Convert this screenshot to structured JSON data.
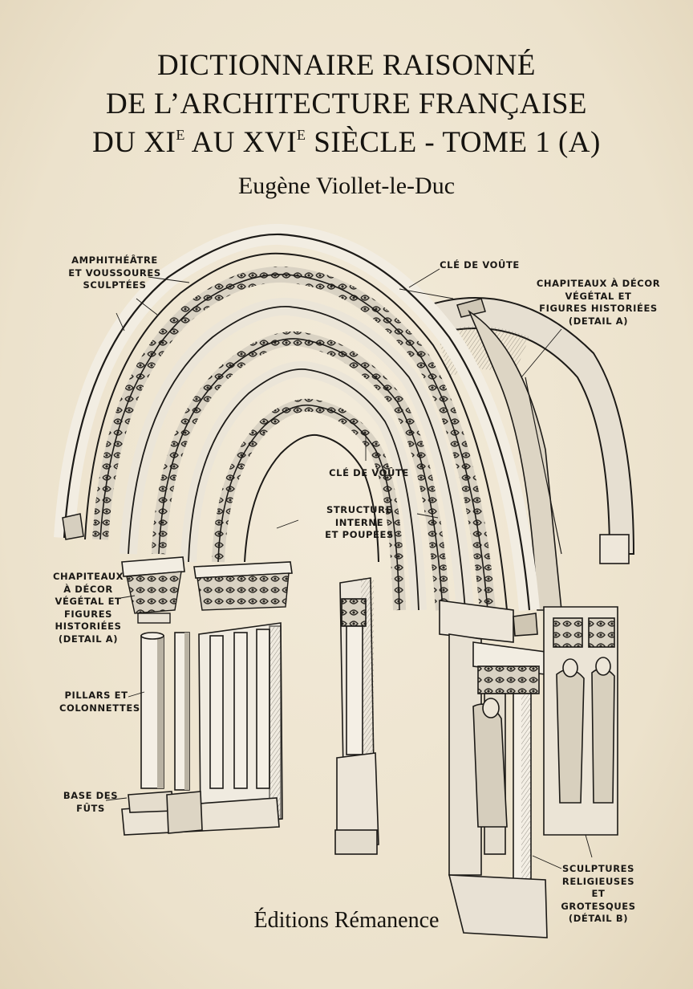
{
  "title": {
    "line1": "DICTIONNAIRE RAISONNÉ",
    "line2": "DE L’ARCHITECTURE FRANÇAISE",
    "line3_a": "DU XI",
    "line3_sup1": "E",
    "line3_b": " AU XVI",
    "line3_sup2": "E",
    "line3_c": " SIÈCLE - TOME 1 (A)"
  },
  "author": "Eugène Viollet-le-Duc",
  "publisher": "Éditions Rémanence",
  "labels": {
    "amphitheatre": "AMPHITHÉÂTRE\nET VOUSSOURES\nSCULPTÉES",
    "cle_top": "CLÉ DE VOÛTE",
    "chapiteaux_right": "CHAPITEAUX À DÉCOR\nVÉGÉTAL ET\nFIGURES HISTORIÉES\n(DETAIL A)",
    "cle_inner": "CLÉ DE VOÛTE",
    "structure": "STRUCTURE INTERNE\nET POUPÉES",
    "chapiteaux_left": "CHAPITEAUX\nÀ DÉCOR\nVÉGÉTAL ET\nFIGURES\nHISTORIÉES\n(DETAIL A)",
    "pillars": "PILLARS ET\nCOLONNETTES",
    "base": "BASE DES\nFÛTS",
    "sculptures": "SCULPTURES\nRELIGIEUSES\nET GROTESQUES\n(DÉTAIL B)"
  },
  "colors": {
    "paper": "#efe6d3",
    "ink": "#1c1a17",
    "stone_light": "#f2ede2",
    "stone_shadow": "#8a8478"
  }
}
